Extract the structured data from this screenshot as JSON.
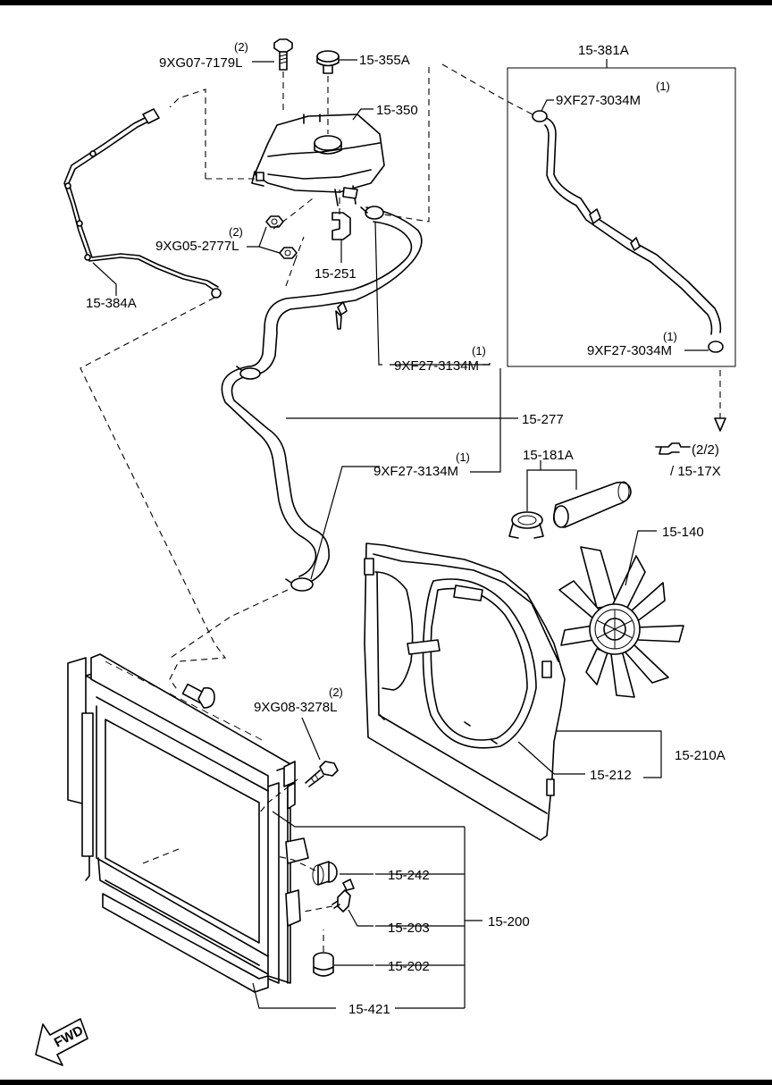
{
  "labels": {
    "bolt_top": "9XG07-7179L",
    "bolt_top_qty": "(2)",
    "cap": "15-355A",
    "tank": "15-350",
    "hose_381a": "15-381A",
    "clip_381a_top": "9XF27-3034M",
    "clip_381a_top_qty": "(1)",
    "clip_381a_bottom": "9XF27-3034M",
    "clip_381a_bottom_qty": "(1)",
    "nut_left": "9XG05-2777L",
    "nut_left_qty": "(2)",
    "bracket": "15-251",
    "pipe_384a": "15-384A",
    "clip_upper": "9XF27-3134M",
    "clip_upper_qty": "(1)",
    "upper_hose": "15-277",
    "clip_lower": "9XF27-3134M",
    "clip_lower_qty": "(1)",
    "hose_181a": "15-181A",
    "ref_page": "(2/2)",
    "ref_section": "/ 15-17X",
    "fan": "15-140",
    "shroud_set": "15-210A",
    "shroud_part": "15-212",
    "bolt_radiator": "9XG08-3278L",
    "bolt_radiator_qty": "(2)",
    "cushion": "15-242",
    "drain_plug": "15-203",
    "mount_rubber": "15-202",
    "radiator_assy": "15-200",
    "radiator_core": "15-421",
    "fwd": "FWD"
  }
}
